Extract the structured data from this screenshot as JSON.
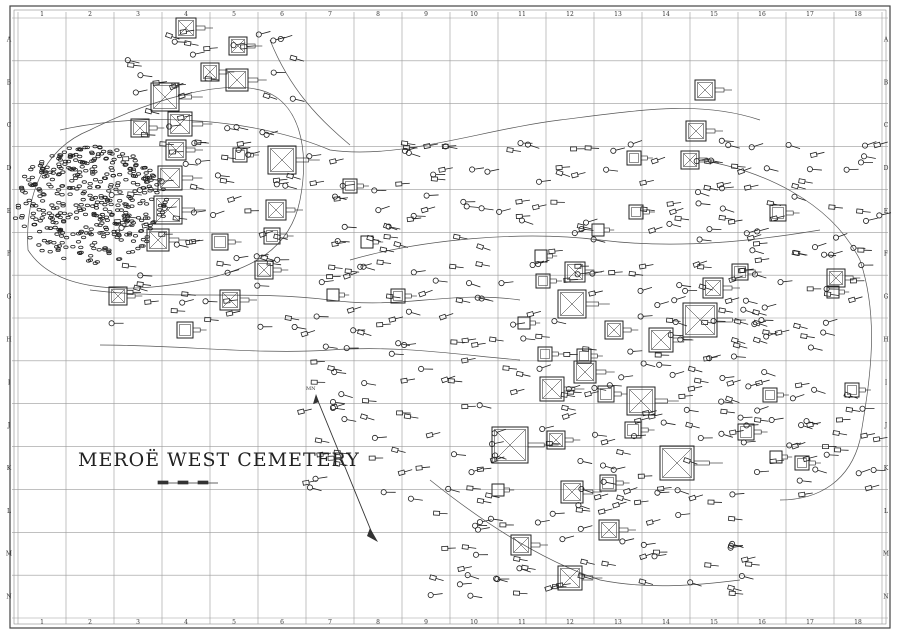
{
  "map": {
    "title": "MEROË WEST CEMETERY",
    "north_label": "MN",
    "grid": {
      "columns": [
        "1",
        "2",
        "3",
        "4",
        "5",
        "6",
        "7",
        "8",
        "9",
        "10",
        "11",
        "12",
        "13",
        "14",
        "15",
        "16",
        "17",
        "18"
      ],
      "rows": [
        "A",
        "B",
        "C",
        "D",
        "E",
        "F",
        "G",
        "H",
        "I",
        "J",
        "K",
        "L",
        "M",
        "N"
      ]
    },
    "colors": {
      "ink": "#222222",
      "paper": "#ffffff",
      "grid": "#9a9a9a"
    }
  }
}
